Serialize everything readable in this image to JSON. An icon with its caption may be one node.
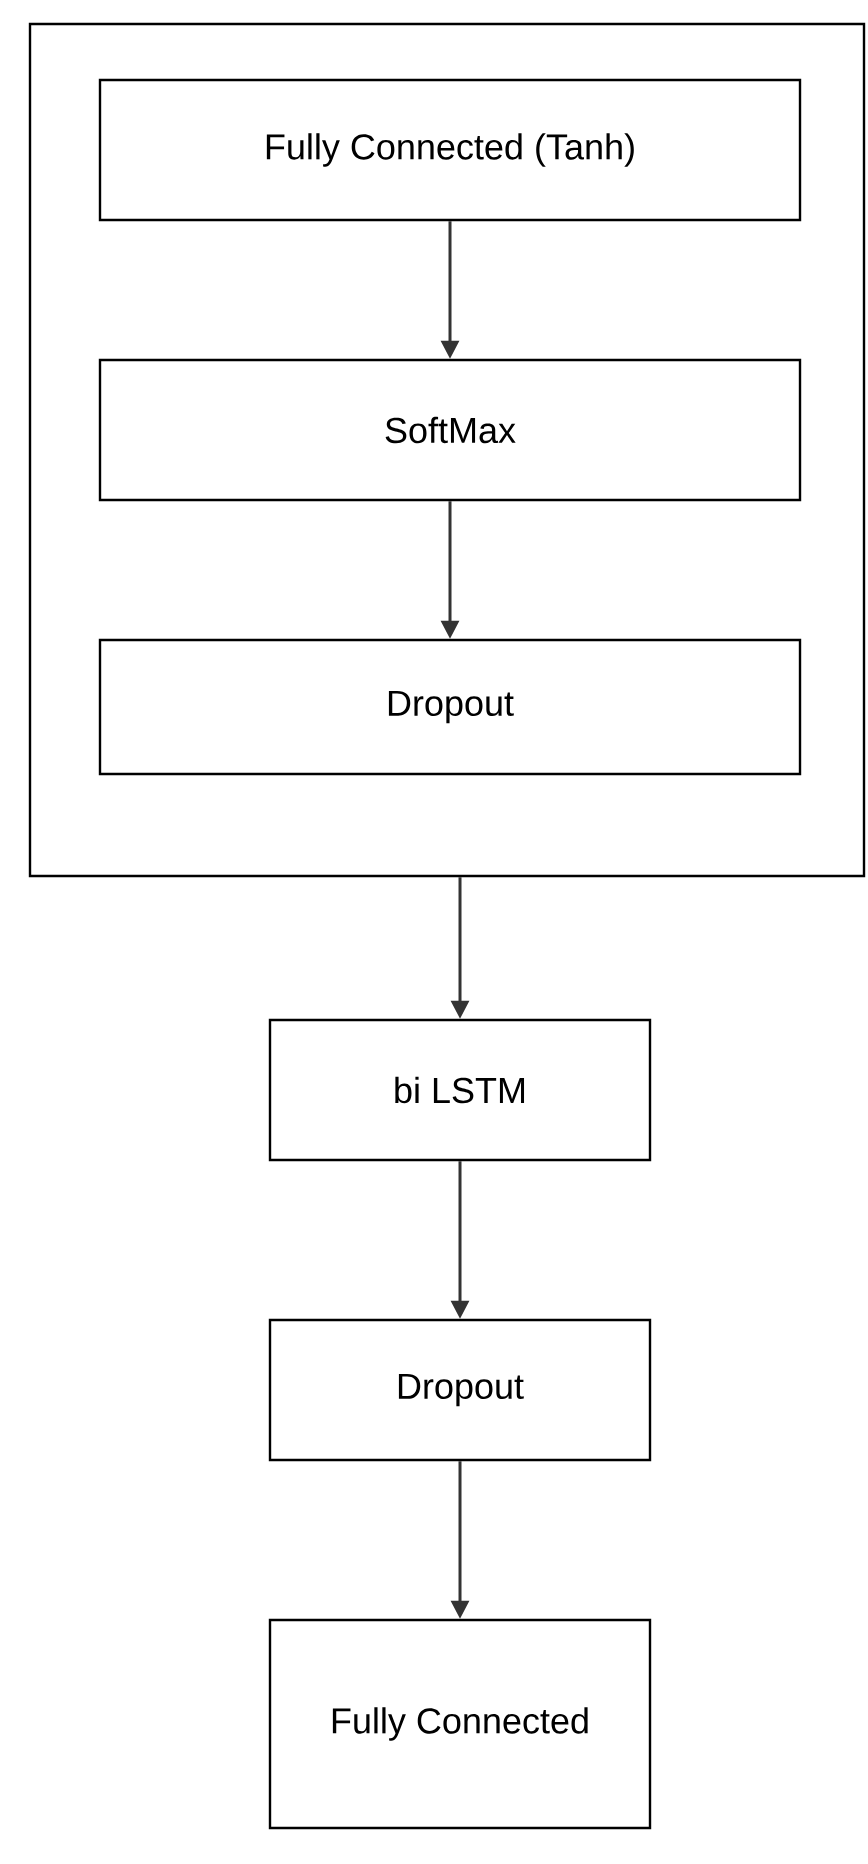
{
  "diagram": {
    "nodes": [
      {
        "text": [],
        "shape": "box"
      },
      {
        "text": [
          "Fully Connected (Tanh)"
        ],
        "in": 0
      },
      {
        "text": [
          "SoftMax"
        ],
        "in": 0
      },
      {
        "text": [
          "Dropout"
        ],
        "in": 0
      },
      {
        "text": [
          "bi LSTM"
        ]
      },
      {
        "text": [
          "Dropout"
        ]
      },
      {
        "text": [
          "Fully Connected"
        ]
      }
    ],
    "edges": [
      {
        "from": 1,
        "to": 2,
        "arrow": "to"
      },
      {
        "from": 2,
        "to": 3,
        "arrow": "to"
      },
      {
        "from": 0,
        "to": 4,
        "arrow": "to"
      },
      {
        "from": 4,
        "to": 5,
        "arrow": "to"
      },
      {
        "from": 5,
        "to": 6,
        "arrow": "to"
      }
    ]
  }
}
